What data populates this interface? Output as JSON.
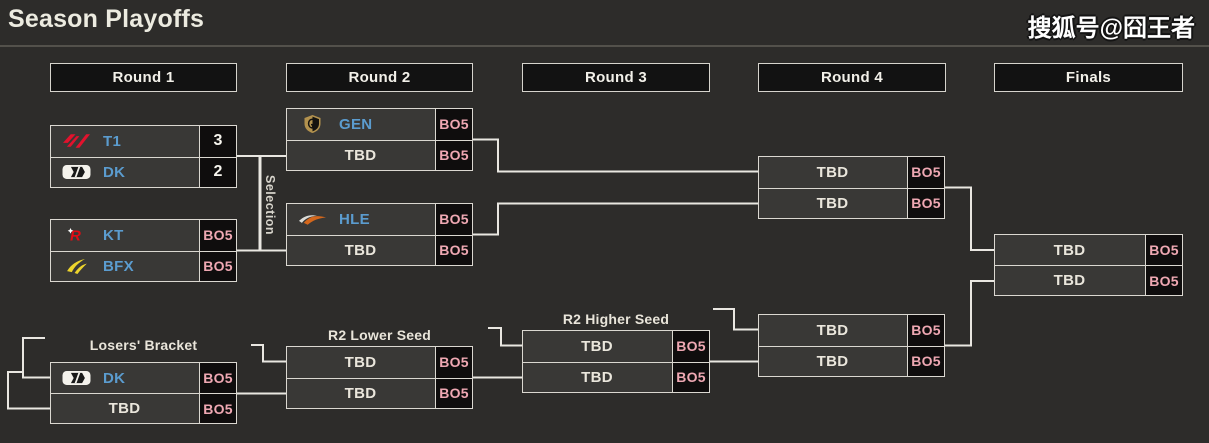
{
  "header": {
    "title": "Season Playoffs",
    "watermark": "搜狐号@囧王者"
  },
  "columns": [
    "Round 1",
    "Round 2",
    "Round 3",
    "Round 4",
    "Finals"
  ],
  "labels": {
    "selection": "Selection",
    "losers_bracket": "Losers' Bracket",
    "r2_lower_seed": "R2 Lower Seed",
    "r2_higher_seed": "R2 Higher Seed"
  },
  "colors": {
    "team_name_blue": "#5b9ccf",
    "bo5_pink": "#efa8b3",
    "connector_line": "#e9e7e1",
    "row_background": "#393836",
    "result_cell_background": "#0f0d0d"
  },
  "icons": {
    "t1": "t1-logo",
    "dk": "dk-logo",
    "kt": "kt-logo",
    "bfx": "bfx-logo",
    "gen": "gen-logo",
    "hle": "hle-logo"
  },
  "matches": {
    "r1_top": {
      "rows": [
        {
          "team": "T1",
          "result": "3"
        },
        {
          "team": "DK",
          "result": "2"
        }
      ]
    },
    "r1_bottom": {
      "rows": [
        {
          "team": "KT",
          "result": "BO5"
        },
        {
          "team": "BFX",
          "result": "BO5"
        }
      ]
    },
    "r2_gen": {
      "rows": [
        {
          "team": "GEN",
          "result": "BO5"
        },
        {
          "team": "TBD",
          "result": "BO5"
        }
      ]
    },
    "r2_hle": {
      "rows": [
        {
          "team": "HLE",
          "result": "BO5"
        },
        {
          "team": "TBD",
          "result": "BO5"
        }
      ]
    },
    "r4_top": {
      "rows": [
        {
          "team": "TBD",
          "result": "BO5"
        },
        {
          "team": "TBD",
          "result": "BO5"
        }
      ]
    },
    "finals": {
      "rows": [
        {
          "team": "TBD",
          "result": "BO5"
        },
        {
          "team": "TBD",
          "result": "BO5"
        }
      ]
    },
    "lb_round1": {
      "rows": [
        {
          "team": "DK",
          "result": "BO5"
        },
        {
          "team": "TBD",
          "result": "BO5"
        }
      ]
    },
    "lb_r2_lower": {
      "rows": [
        {
          "team": "TBD",
          "result": "BO5"
        },
        {
          "team": "TBD",
          "result": "BO5"
        }
      ]
    },
    "lb_r2_higher": {
      "rows": [
        {
          "team": "TBD",
          "result": "BO5"
        },
        {
          "team": "TBD",
          "result": "BO5"
        }
      ]
    },
    "r4_bottom": {
      "rows": [
        {
          "team": "TBD",
          "result": "BO5"
        },
        {
          "team": "TBD",
          "result": "BO5"
        }
      ]
    }
  }
}
